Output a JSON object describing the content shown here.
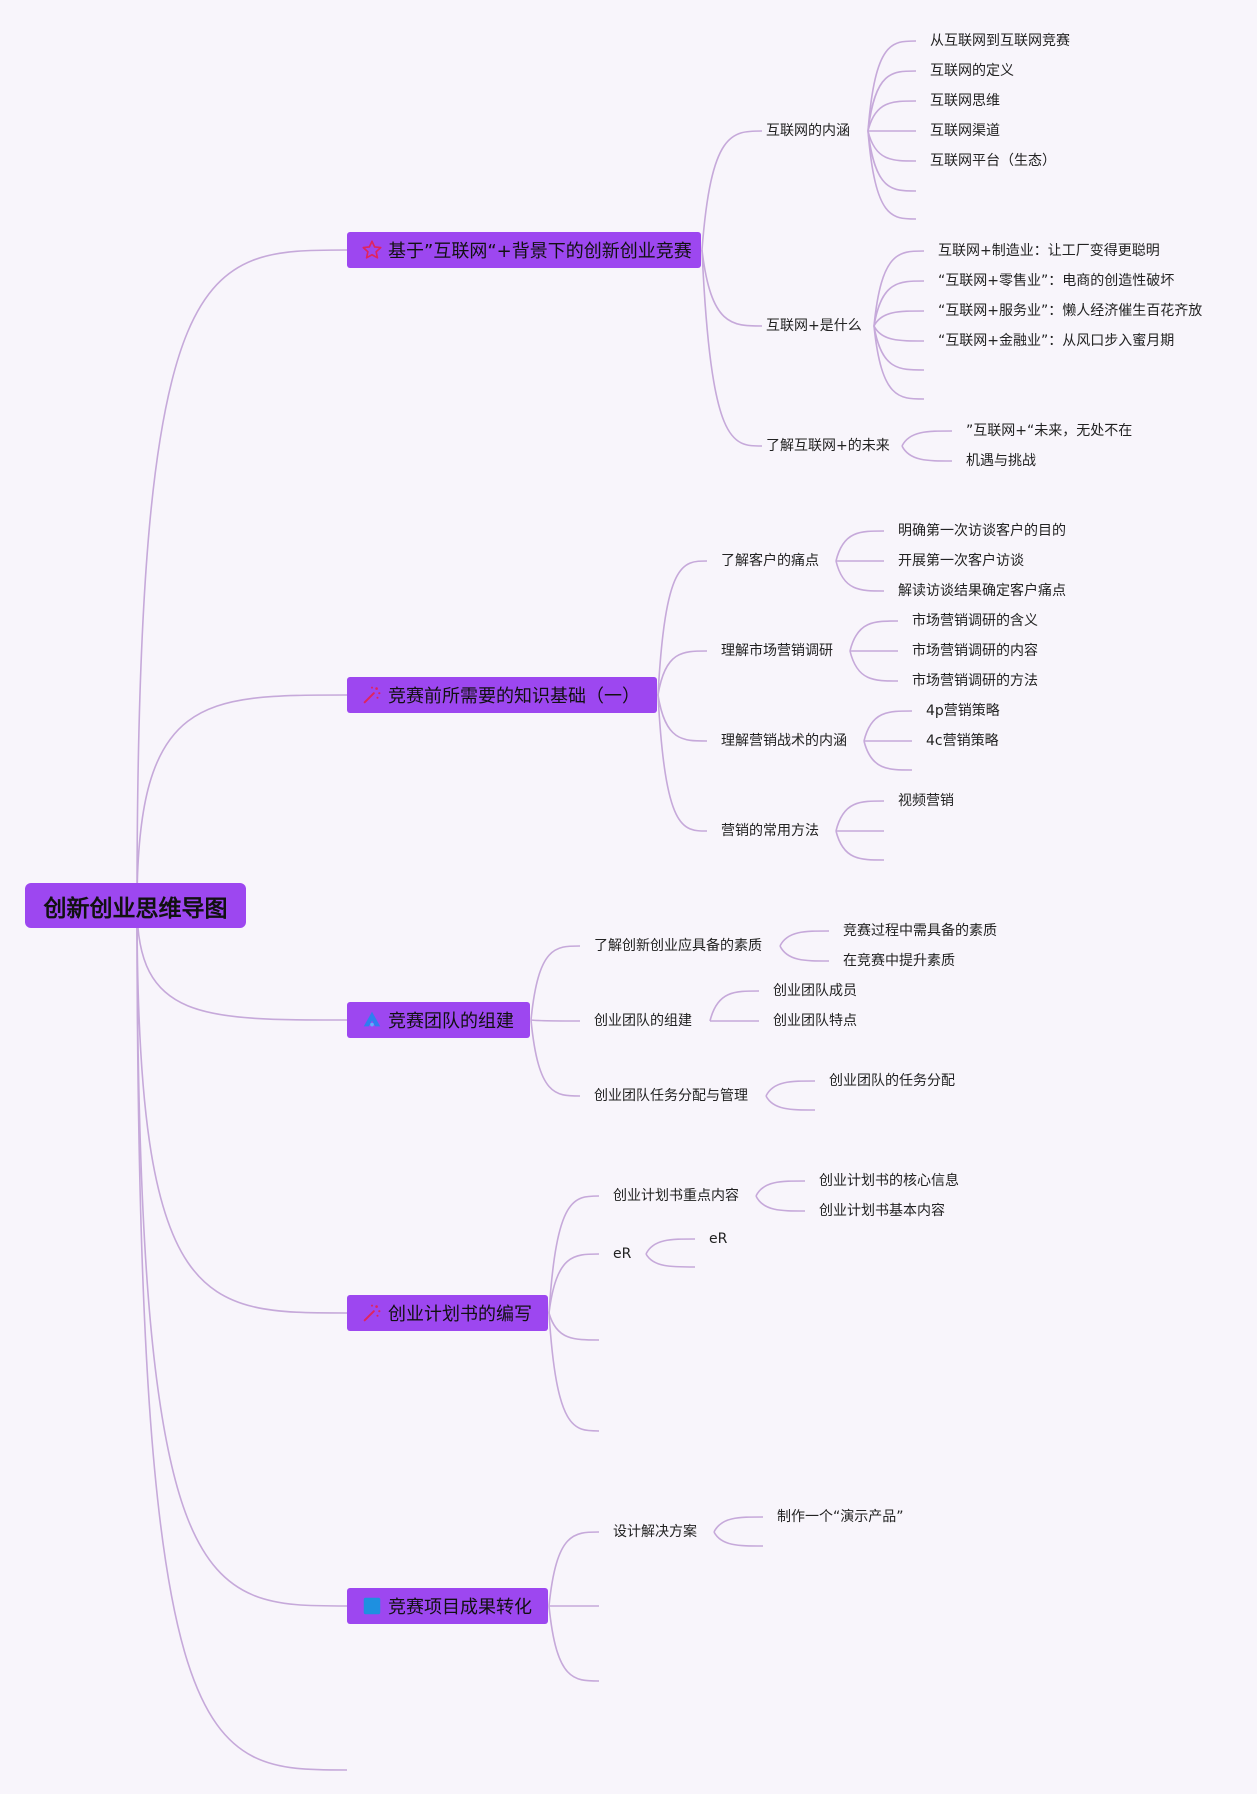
{
  "root": {
    "label": "创新创业思维导图"
  },
  "branches": [
    {
      "label": "基于”互联网“+背景下的创新创业竞赛",
      "icon": "star-icon",
      "children": [
        {
          "label": "互联网的内涵",
          "children": [
            "从互联网到互联网竞赛",
            "互联网的定义",
            "互联网思维",
            "互联网渠道",
            "互联网平台（生态）"
          ]
        },
        {
          "label": "互联网+是什么",
          "children": [
            "互联网+制造业：让工厂变得更聪明",
            "“互联网+零售业”：电商的创造性破坏",
            "“互联网+服务业”：懒人经济催生百花齐放",
            "“互联网+金融业”：从风口步入蜜月期"
          ]
        },
        {
          "label": "了解互联网+的未来",
          "children": [
            "”互联网+“未来，无处不在",
            "机遇与挑战"
          ]
        }
      ]
    },
    {
      "label": "竞赛前所需要的知识基础（一）",
      "icon": "magic-wand-icon",
      "children": [
        {
          "label": "了解客户的痛点",
          "children": [
            "明确第一次访谈客户的目的",
            "开展第一次客户访谈",
            "解读访谈结果确定客户痛点"
          ]
        },
        {
          "label": "理解市场营销调研",
          "children": [
            "市场营销调研的含义",
            "市场营销调研的内容",
            "市场营销调研的方法"
          ]
        },
        {
          "label": "理解营销战术的内涵",
          "children": [
            "4p营销策略",
            "4c营销策略"
          ]
        },
        {
          "label": "营销的常用方法",
          "children": [
            "视频营销"
          ]
        }
      ]
    },
    {
      "label": "竞赛团队的组建",
      "icon": "team-icon",
      "children": [
        {
          "label": "了解创新创业应具备的素质",
          "children": [
            "竞赛过程中需具备的素质",
            "在竞赛中提升素质"
          ]
        },
        {
          "label": "创业团队的组建",
          "children": [
            "创业团队成员",
            "创业团队特点"
          ]
        },
        {
          "label": "创业团队任务分配与管理",
          "children": [
            "创业团队的任务分配"
          ]
        }
      ]
    },
    {
      "label": "创业计划书的编写",
      "icon": "magic-wand-icon",
      "children": [
        {
          "label": "创业计划书重点内容",
          "children": [
            "创业计划书的核心信息",
            "创业计划书基本内容"
          ]
        },
        {
          "label": "eR",
          "children": [
            "eR"
          ]
        }
      ]
    },
    {
      "label": "竞赛项目成果转化",
      "icon": "square-icon",
      "children": [
        {
          "label": "设计解决方案",
          "children": [
            "制作一个“演示产品”"
          ]
        }
      ]
    }
  ],
  "colors": {
    "branch_fill": "#9d47f0",
    "edge": "#c6a9da",
    "background": "#f8f5fb",
    "star_icon": "#e0245e",
    "wand_icon": "#e0245e",
    "team_icon": "#2e7ff0",
    "square_icon": "#1e90e0"
  }
}
